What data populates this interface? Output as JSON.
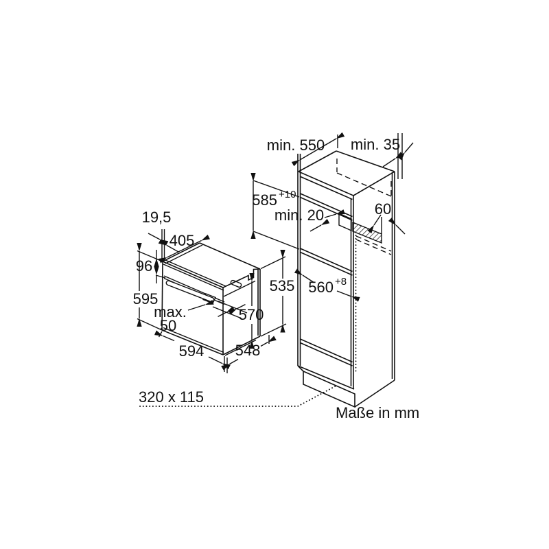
{
  "footer": {
    "vent_cutout": "320 x 115",
    "units_note": "Maße in mm"
  },
  "cabinet_dims": {
    "top_depth": "min. 550",
    "wall_clearance": "min. 35",
    "niche_height": "585",
    "niche_height_tolerance": "+10",
    "rear_clearance": "min. 20",
    "vent_depth": "60",
    "niche_width": "560",
    "niche_width_tolerance": "+8"
  },
  "oven_dims": {
    "frame_depth": "19,5",
    "top_depth": "405",
    "panel_height": "96",
    "front_height": "595",
    "handle_max_line1": "max.",
    "handle_max_line2": "50",
    "door_height": "570",
    "side_height": "535",
    "front_width": "594",
    "body_depth": "548"
  }
}
